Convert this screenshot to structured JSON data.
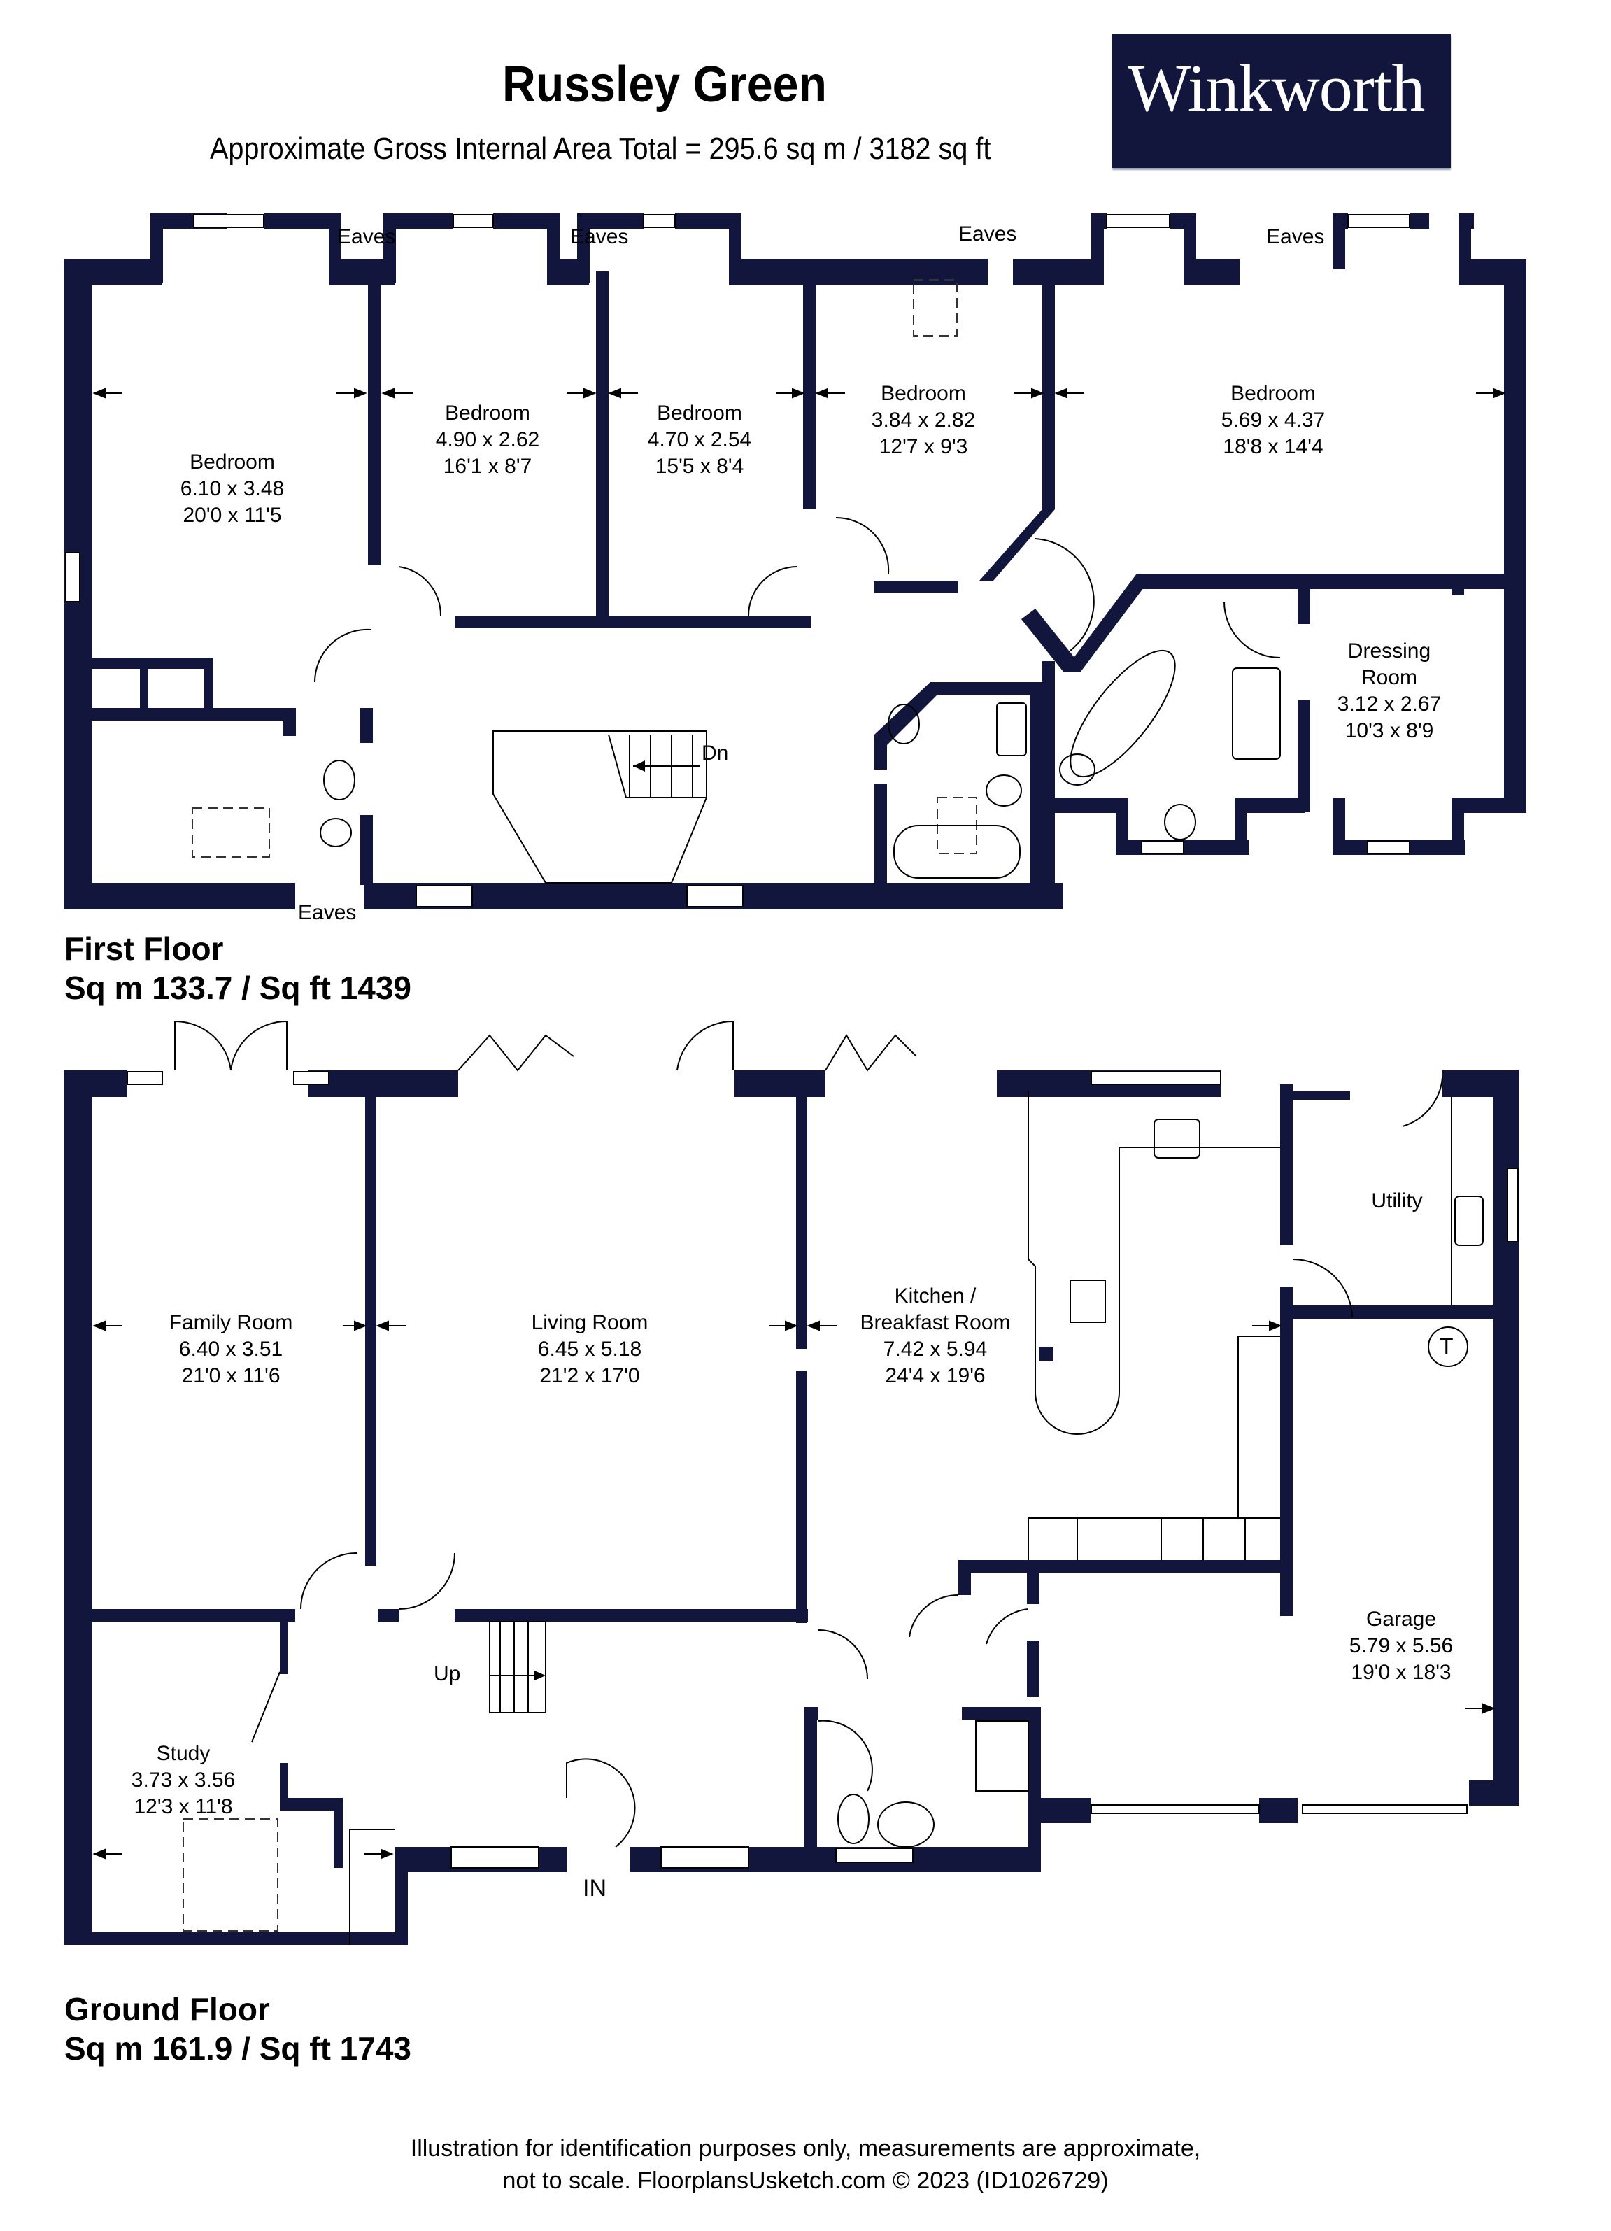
{
  "header": {
    "title": "Russley Green",
    "subtitle": "Approximate Gross Internal Area Total = 295.6 sq m / 3182 sq ft",
    "logo_text": "Winkworth",
    "logo_bg_color": "#12163c"
  },
  "first_floor": {
    "name": "First Floor",
    "area": "Sq m 133.7 / Sq ft 1439",
    "rooms": [
      {
        "name": "Bedroom",
        "metric": "6.10 x 3.48",
        "imperial": "20'0 x 11'5"
      },
      {
        "name": "Bedroom",
        "metric": "4.90 x 2.62",
        "imperial": "16'1 x 8'7"
      },
      {
        "name": "Bedroom",
        "metric": "4.70 x 2.54",
        "imperial": "15'5 x 8'4"
      },
      {
        "name": "Bedroom",
        "metric": "3.84 x 2.82",
        "imperial": "12'7 x 9'3"
      },
      {
        "name": "Bedroom",
        "metric": "5.69 x 4.37",
        "imperial": "18'8 x 14'4"
      },
      {
        "name": "Dressing Room",
        "name_line1": "Dressing",
        "name_line2": "Room",
        "metric": "3.12 x 2.67",
        "imperial": "10'3 x 8'9"
      }
    ],
    "annotations": {
      "eaves": [
        "Eaves",
        "Eaves",
        "Eaves",
        "Eaves",
        "Eaves"
      ],
      "stairs": "Dn"
    }
  },
  "ground_floor": {
    "name": "Ground Floor",
    "area": "Sq m 161.9 / Sq ft 1743",
    "rooms": [
      {
        "name": "Family Room",
        "metric": "6.40 x 3.51",
        "imperial": "21'0 x 11'6"
      },
      {
        "name": "Living Room",
        "metric": "6.45 x 5.18",
        "imperial": "21'2 x 17'0"
      },
      {
        "name": "Kitchen / Breakfast Room",
        "name_line1": "Kitchen /",
        "name_line2": "Breakfast Room",
        "metric": "7.42 x 5.94",
        "imperial": "24'4 x 19'6"
      },
      {
        "name": "Utility"
      },
      {
        "name": "Garage",
        "metric": "5.79 x 5.56",
        "imperial": "19'0 x 18'3"
      },
      {
        "name": "Study",
        "metric": "3.73 x 3.56",
        "imperial": "12'3 x 11'8"
      }
    ],
    "annotations": {
      "stairs": "Up",
      "entrance": "IN",
      "boiler_symbol": "T"
    }
  },
  "footer": {
    "line1": "Illustration for identification purposes only, measurements are approximate,",
    "line2": "not to scale. FloorplansUsketch.com © 2023 (ID1026729)"
  }
}
